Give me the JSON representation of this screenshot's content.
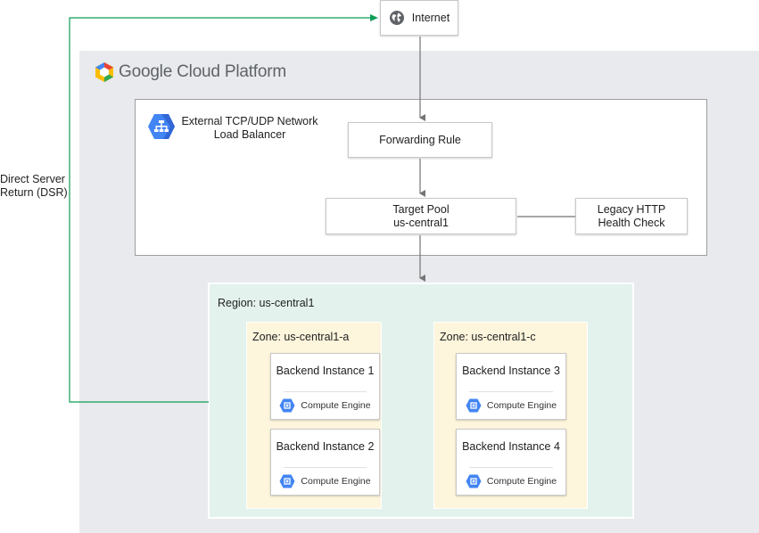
{
  "internet": {
    "label": "Internet",
    "icon": "globe-icon"
  },
  "platform": {
    "title": "Google Cloud Platform",
    "logo": "gcp-logo-icon"
  },
  "load_balancer": {
    "title_line1": "External TCP/UDP Network",
    "title_line2": "Load Balancer",
    "icon": "load-balancer-icon"
  },
  "forwarding_rule": {
    "label": "Forwarding Rule"
  },
  "target_pool": {
    "line1": "Target Pool",
    "line2": "us-central1"
  },
  "health_check": {
    "line1": "Legacy HTTP",
    "line2": "Health Check"
  },
  "dsr": {
    "line1": "Direct Server",
    "line2": "Return (DSR)"
  },
  "region": {
    "label": "Region: us-central1",
    "zones": [
      {
        "label": "Zone: us-central1-a",
        "instances": [
          {
            "name": "Backend Instance 1",
            "service": "Compute Engine"
          },
          {
            "name": "Backend Instance 2",
            "service": "Compute Engine"
          }
        ]
      },
      {
        "label": "Zone: us-central1-c",
        "instances": [
          {
            "name": "Backend Instance 3",
            "service": "Compute Engine"
          },
          {
            "name": "Backend Instance 4",
            "service": "Compute Engine"
          }
        ]
      }
    ]
  },
  "colors": {
    "gcp_background": "#e8eaed",
    "region_background": "#e3f2ec",
    "zone_background": "#fdf5dc",
    "dsr_line": "#0f9d58",
    "connector": "#757575",
    "engine_blue": "#4285f4"
  }
}
